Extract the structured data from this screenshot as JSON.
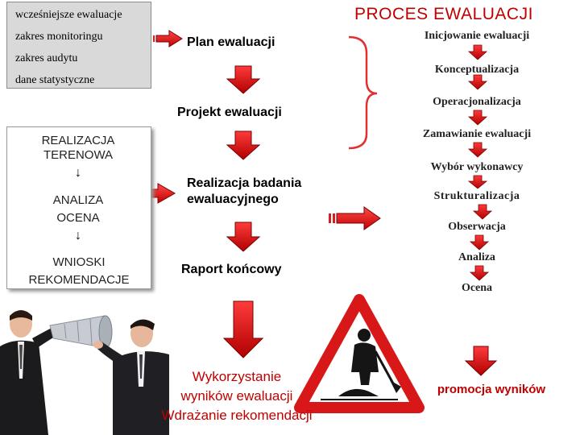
{
  "title": "PROCES EWALUACJI",
  "inputs_box": [
    "wcześniejsze ewaluacje",
    "zakres monitoringu",
    "zakres audytu",
    "dane statystyczne"
  ],
  "field_box": {
    "step1": "REALIZACJA TERENOWA",
    "step2": "ANALIZA OCENA",
    "step3": "WNIOSKI REKOMENDACJE",
    "down_arrow_glyph": "↓"
  },
  "center_flow": {
    "plan": "Plan ewaluacji",
    "project": "Projekt ewaluacji",
    "research": "Realizacja badania ewaluacyjnego",
    "report": "Raport końcowy",
    "use": [
      "Wykorzystanie",
      "wyników ewaluacji",
      "Wdrażanie rekomendacji"
    ]
  },
  "right_flow": [
    "Inicjowanie ewaluacji",
    "Konceptualizacja",
    "Operacjonalizacja",
    "Zamawianie ewaluacji",
    "Wybór wykonawcy",
    "Strukturalizacja",
    "Obserwacja",
    "Analiza",
    "Ocena"
  ],
  "promotion": "promocja wyników",
  "colors": {
    "arrow_red": "#e02020",
    "arrow_dark": "#7a0000",
    "brace_red": "#e03030",
    "text_red": "#c00000",
    "box_gray": "#d9d9d9"
  },
  "images": {
    "left_photo": "businessmen-megaphone-photo",
    "right_photo": "roadwork-sign-photo"
  }
}
